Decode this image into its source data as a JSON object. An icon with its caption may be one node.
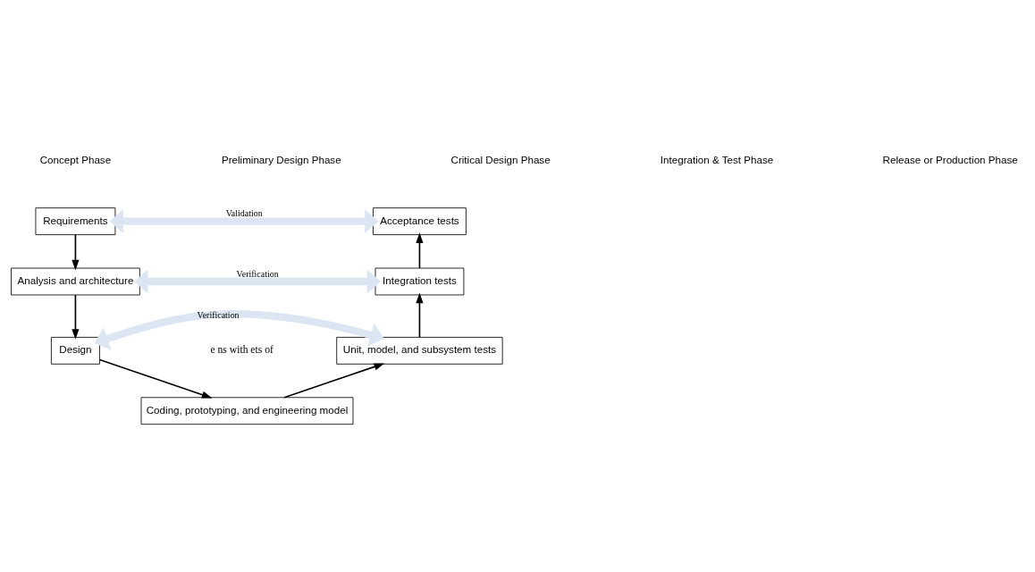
{
  "diagram": {
    "nodes": [
      {
        "text": [
          "Requirements"
        ]
      },
      {
        "text": [
          "Analysis and architecture"
        ]
      },
      {
        "text": [
          "Design"
        ]
      },
      {
        "text": [
          "Coding, prototyping, and engineering model"
        ]
      },
      {
        "text": [
          "Unit, model, and subsystem tests"
        ]
      },
      {
        "text": [
          "Integration tests"
        ]
      },
      {
        "text": [
          "Acceptance tests"
        ]
      }
    ],
    "edges": [
      {
        "from": 0,
        "to": 1,
        "arrow": "to"
      },
      {
        "from": 1,
        "to": 2,
        "arrow": "to"
      },
      {
        "from": 2,
        "to": 3,
        "arrow": "to"
      },
      {
        "from": 3,
        "to": 4,
        "arrow": "to"
      },
      {
        "from": 4,
        "to": 5,
        "arrow": "to"
      },
      {
        "from": 5,
        "to": 6,
        "arrow": "to"
      },
      {
        "from": 0,
        "to": 6,
        "arrow": "both",
        "label": "Validation",
        "style": "thick",
        "color": "#dce6f2"
      },
      {
        "from": 1,
        "to": 5,
        "arrow": "both",
        "label": "Verification",
        "style": "thick",
        "color": "#dce6f2"
      },
      {
        "from": 2,
        "to": 4,
        "arrow": "both",
        "label": "Verification",
        "style": "thick",
        "color": "#dce6f2"
      }
    ],
    "labels": [
      "Concept Phase",
      "Preliminary Design Phase",
      "Critical Design Phase",
      "Integration & Test Phase",
      "Release or Production Phase",
      "e ns with ets of"
    ]
  }
}
